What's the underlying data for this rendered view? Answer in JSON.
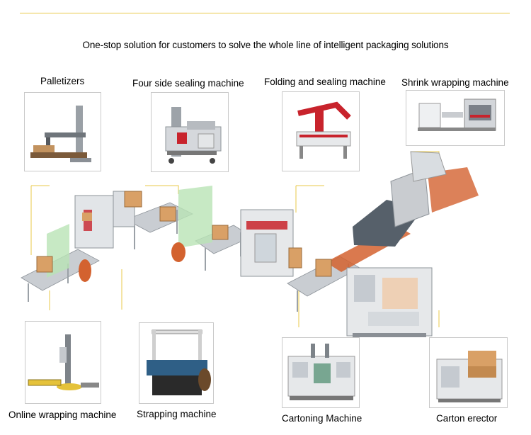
{
  "headline": "One-stop solution for customers to solve the whole line of intelligent packaging solutions",
  "machines": {
    "palletizers": "Palletizers",
    "four_side_sealing": "Four side sealing machine",
    "folding_sealing": "Folding and sealing machine",
    "shrink_wrapping": "Shrink wrapping machine",
    "online_wrapping": "Online wrapping machine",
    "strapping": "Strapping machine",
    "cartoning": "Cartoning Machine",
    "carton_erector": "Carton erector"
  },
  "colors": {
    "accent_line": "#e8c94a",
    "machine_red": "#c8232c",
    "carton": "#d9a066",
    "frame": "#b8bcc2",
    "guard_green": "#b9e3b5"
  }
}
